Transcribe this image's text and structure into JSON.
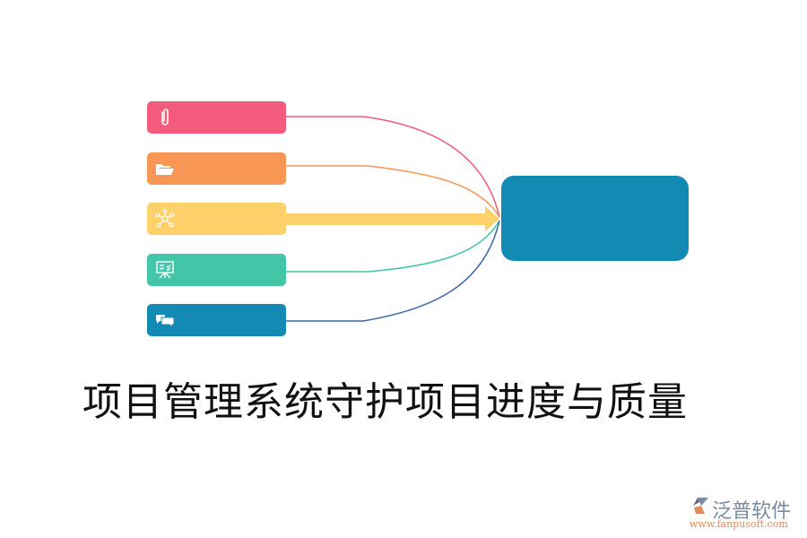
{
  "diagram": {
    "title": "项目管理系统守护项目进度与质量",
    "nodes": [
      {
        "id": "n1",
        "icon": "paperclip-icon",
        "color": "#f25b7b"
      },
      {
        "id": "n2",
        "icon": "folder-open-icon",
        "color": "#f89755"
      },
      {
        "id": "n3",
        "icon": "network-icon",
        "color": "#fed16a"
      },
      {
        "id": "n4",
        "icon": "presentation-board-icon",
        "color": "#43c6a8"
      },
      {
        "id": "n5",
        "icon": "chat-bubbles-icon",
        "color": "#128ab3"
      }
    ],
    "hub": {
      "color": "#128ab3"
    },
    "link_colors": [
      "#ee5b7c",
      "#f79653",
      "#fed16a",
      "#43c6a8",
      "#3e69a8"
    ]
  },
  "logo": {
    "brand": "泛普软件",
    "url": "www.fanpusoft.com"
  }
}
